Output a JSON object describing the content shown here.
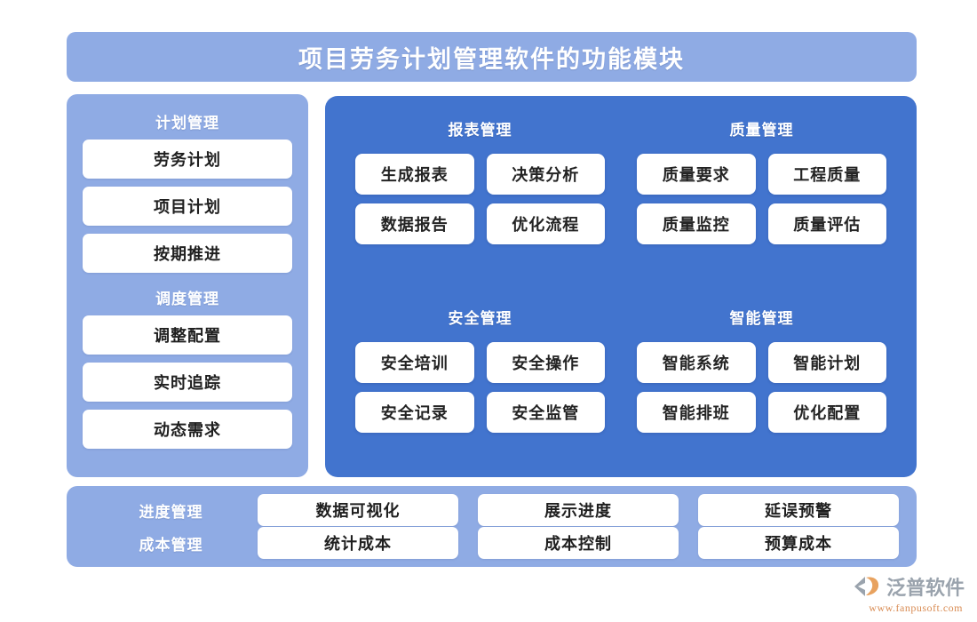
{
  "header": {
    "title": "项目劳务计划管理软件的功能模块"
  },
  "colors": {
    "light_blue": "#8fabe4",
    "main_blue": "#4274ce",
    "button_white": "#ffffff",
    "text_dark": "#1f1f1f",
    "logo_gray": "#9aa3ad",
    "logo_orange": "#d98c54"
  },
  "sidebar": {
    "groups": [
      {
        "title": "计划管理",
        "items": [
          "劳务计划",
          "项目计划",
          "按期推进"
        ]
      },
      {
        "title": "调度管理",
        "items": [
          "调整配置",
          "实时追踪",
          "动态需求"
        ]
      }
    ]
  },
  "main": {
    "sections": [
      {
        "title": "报表管理",
        "items": [
          "生成报表",
          "决策分析",
          "数据报告",
          "优化流程"
        ]
      },
      {
        "title": "质量管理",
        "items": [
          "质量要求",
          "工程质量",
          "质量监控",
          "质量评估"
        ]
      },
      {
        "title": "安全管理",
        "items": [
          "安全培训",
          "安全操作",
          "安全记录",
          "安全监管"
        ]
      },
      {
        "title": "智能管理",
        "items": [
          "智能系统",
          "智能计划",
          "智能排班",
          "优化配置"
        ]
      }
    ]
  },
  "bottom": {
    "rows": [
      {
        "label": "进度管理",
        "items": [
          "数据可视化",
          "展示进度",
          "延误预警"
        ]
      },
      {
        "label": "成本管理",
        "items": [
          "统计成本",
          "成本控制",
          "预算成本"
        ]
      }
    ]
  },
  "logo": {
    "name": "泛普软件",
    "url": "www.fanpusoft.com"
  }
}
